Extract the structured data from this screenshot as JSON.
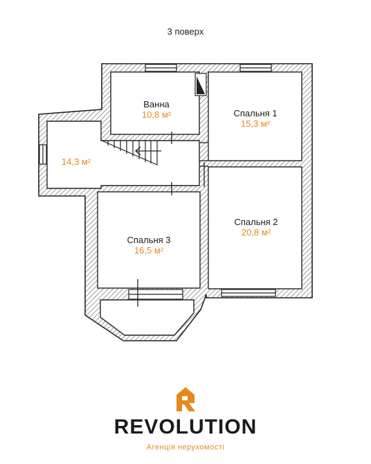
{
  "floor_title": "3 поверх",
  "rooms": [
    {
      "id": "bathroom",
      "name": "Ванна",
      "area": "10,8 м²"
    },
    {
      "id": "bedroom1",
      "name": "Спальня 1",
      "area": "15,3 м²"
    },
    {
      "id": "hall",
      "name": "",
      "area": "14,3 м²"
    },
    {
      "id": "bedroom2",
      "name": "Спальня 2",
      "area": "20,8 м²"
    },
    {
      "id": "bedroom3",
      "name": "Спальня 3",
      "area": "16,5 м²"
    }
  ],
  "brand": {
    "name": "REVOLUTION",
    "tagline": "Агенція нерухомості",
    "logo_icon": "house-r-logo-icon"
  },
  "colors": {
    "accent": "#e48a1c",
    "wall_outline": "#222222",
    "hatch": "#9a9a9a"
  }
}
